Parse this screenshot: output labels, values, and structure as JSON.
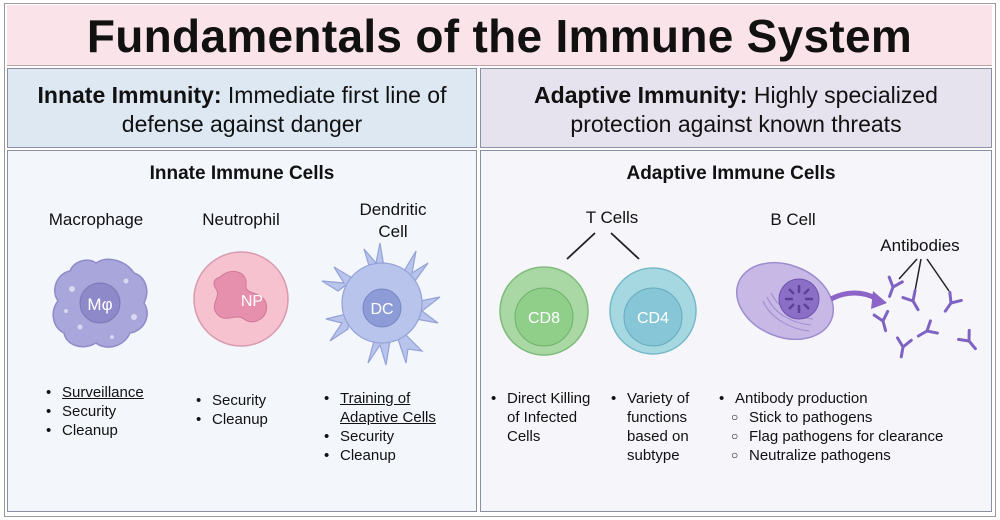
{
  "title": "Fundamentals of the Immune System",
  "innate": {
    "heading_bold": "Innate Immunity:",
    "heading_line1": "Immediate first line of",
    "heading_line2": "defense against danger",
    "section_title": "Innate Immune Cells",
    "cells": [
      {
        "name": "Macrophage",
        "abbr": "Mφ",
        "bullets": [
          "Surveillance",
          "Security",
          "Cleanup"
        ]
      },
      {
        "name": "Neutrophil",
        "abbr": "NP",
        "bullets": [
          "Security",
          "Cleanup"
        ]
      },
      {
        "name_line1": "Dendritic",
        "name_line2": "Cell",
        "abbr": "DC",
        "bullets": [
          "Training of",
          "Adaptive Cells",
          "Security",
          "Cleanup"
        ]
      }
    ]
  },
  "adaptive": {
    "heading_bold": "Adaptive Immunity:",
    "heading_line1": "Highly specialized",
    "heading_line2": "protection against known threats",
    "section_title": "Adaptive Immune Cells",
    "t_cells_label": "T Cells",
    "b_cell_label": "B Cell",
    "antibodies_label": "Antibodies",
    "cd8": {
      "abbr": "CD8",
      "bullets": [
        "Direct Killing",
        "of Infected",
        "Cells"
      ]
    },
    "cd4": {
      "abbr": "CD4",
      "bullets": [
        "Variety of",
        "functions",
        "based on",
        "subtype"
      ]
    },
    "bcell_bullets": {
      "main": "Antibody production",
      "subs": [
        "Stick to pathogens",
        "Flag pathogens for clearance",
        "Neutralize pathogens"
      ]
    }
  },
  "colors": {
    "title_bg": "#fbe3ea",
    "innate_bg": "#dde8f2",
    "adaptive_bg": "#e6e2ee",
    "macrophage": "#a9a6dc",
    "neutrophil": "#f4b8c8",
    "dendritic": "#b8c4ec",
    "cd8": "#a9d8a4",
    "cd4": "#a6d8e2",
    "bcell": "#a993d2"
  }
}
